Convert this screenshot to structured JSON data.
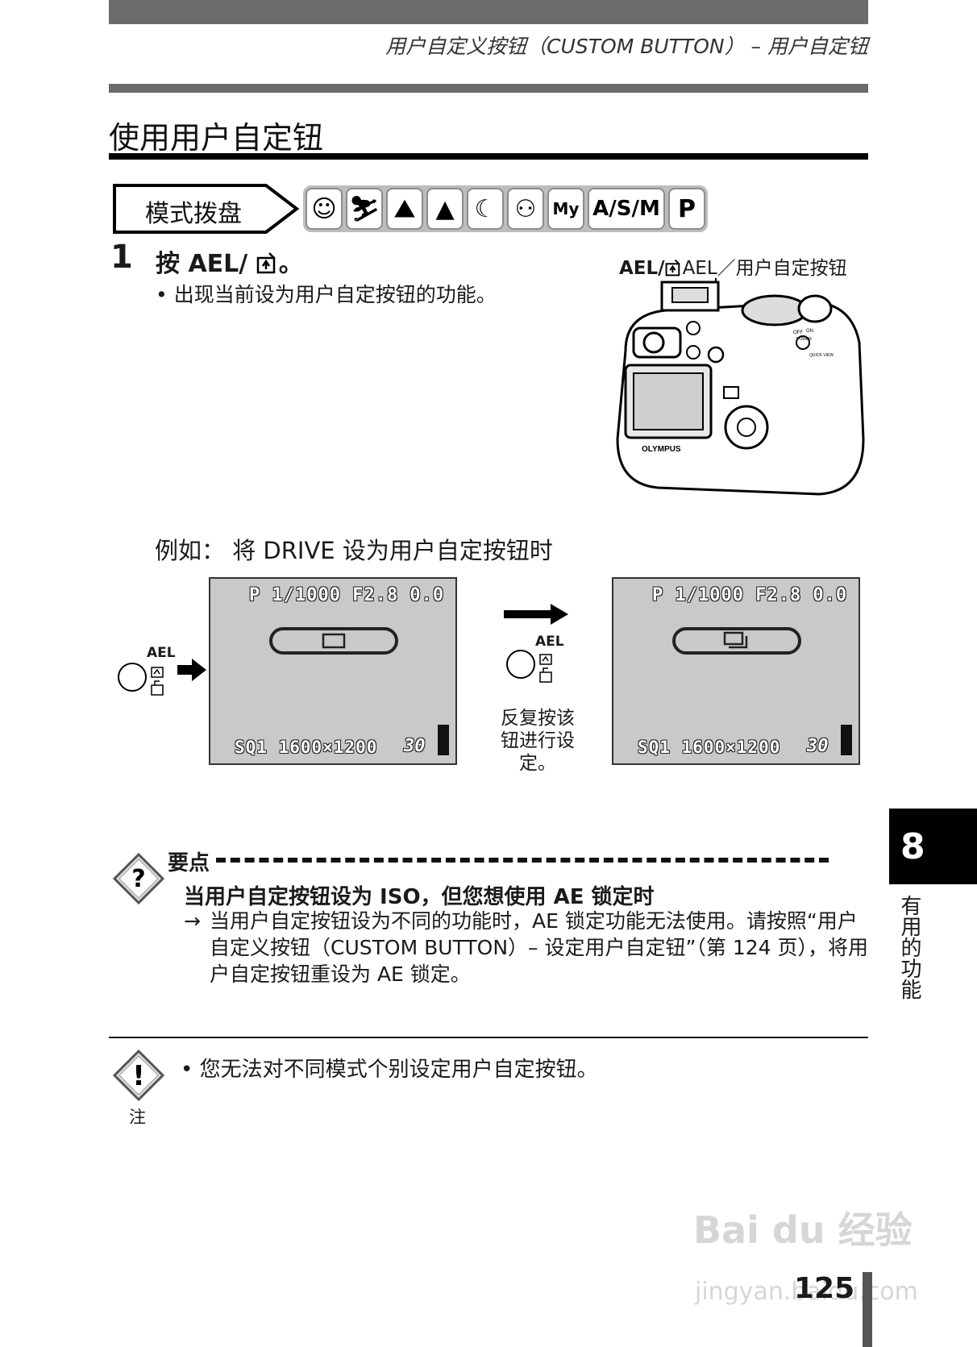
{
  "header": {
    "title": "用户自定义按钮（CUSTOM BUTTON） – 用户自定钮"
  },
  "section": {
    "title": "使用用户自定钮"
  },
  "mode_dial": {
    "label": "模式拨盘",
    "modes": [
      {
        "icon": "portrait-icon",
        "glyph": "☺"
      },
      {
        "icon": "sports-icon",
        "glyph": "⛷"
      },
      {
        "icon": "landscape-portrait-icon",
        "glyph": "⛰"
      },
      {
        "icon": "landscape-icon",
        "glyph": "▲"
      },
      {
        "icon": "night-scene-icon",
        "glyph": "☾"
      },
      {
        "icon": "self-portrait-icon",
        "glyph": "⚇"
      },
      {
        "icon": "my-mode-icon",
        "glyph": "My"
      },
      {
        "icon": "asm-mode",
        "glyph": "A/S/M"
      },
      {
        "icon": "program-mode",
        "glyph": "P"
      }
    ]
  },
  "step1": {
    "number": "1",
    "text": "按 AEL/",
    "suffix": "。",
    "bullet": "• 出现当前设为用户自定按钮的功能。"
  },
  "camera": {
    "label_bold": "AEL/",
    "label_rest": "AEL／用户自定按钮",
    "brand": "OLYMPUS",
    "power_off": "OFF",
    "power_on": "ON",
    "power": "POWER",
    "quick_view": "QUICK VIEW"
  },
  "example": {
    "caption": "例如：  将 DRIVE 设为用户自定按钮时",
    "button_label": "AEL",
    "lcd_before": {
      "top": "P 1/1000 F2.8  0.0",
      "bottom": "SQ1 1600×1200",
      "count": "30"
    },
    "lcd_after": {
      "top": "P 1/1000 F2.8  0.0",
      "bottom": "SQ1 1600×1200",
      "count": "30"
    },
    "repeat_note": "反复按该钮进行设定。"
  },
  "side_tab": {
    "number": "8",
    "label": "有用的功能"
  },
  "tips": {
    "title": "要点",
    "heading": "当用户自定按钮设为 ISO，但您想使用 AE 锁定时",
    "body": "当用户自定按钮设为不同的功能时，AE  锁定功能无法使用。请按照“用户自定义按钮（CUSTOM BUTTON）– 设定用户自定钮”（第 124 页），将用户自定按钮重设为 AE 锁定。"
  },
  "note": {
    "label": "注",
    "text": "• 您无法对不同模式个别设定用户自定按钮。"
  },
  "page_number": "125",
  "watermark": {
    "main": "Bai du 经验",
    "sub": "jingyan.baidu.com"
  }
}
